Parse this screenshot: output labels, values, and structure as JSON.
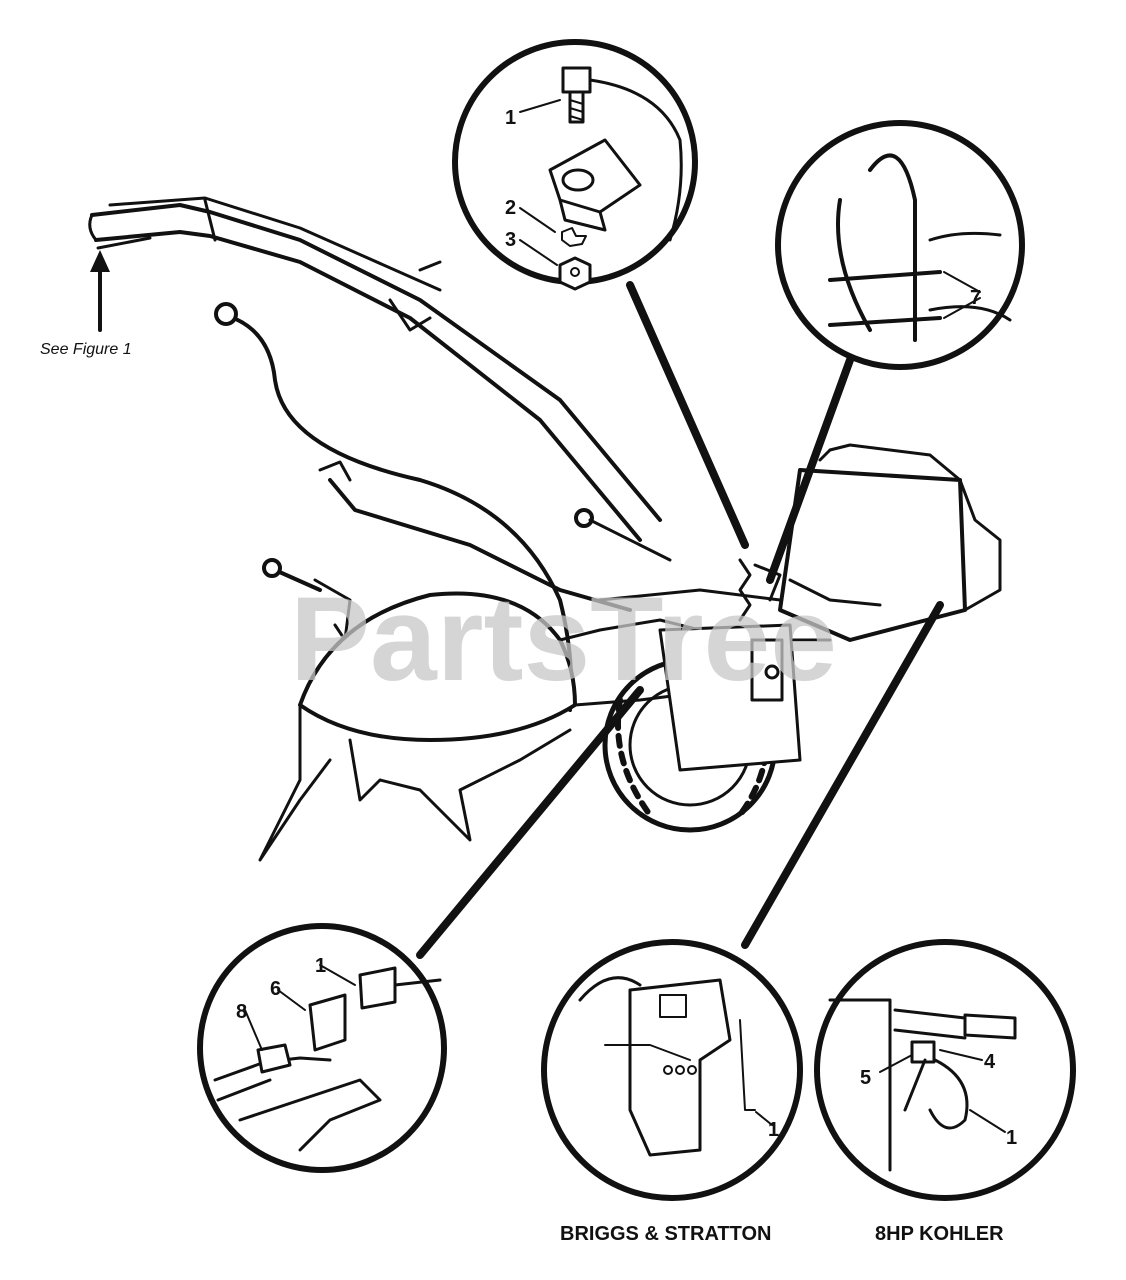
{
  "figure_note": "See Figure 1",
  "captions": {
    "briggs": "BRIGGS & STRATTON",
    "kohler": "8HP KOHLER"
  },
  "watermark": "PartsTree",
  "callouts": {
    "top_1": "1",
    "top_2": "2",
    "top_3": "3",
    "right_7": "7",
    "left_1": "1",
    "left_6": "6",
    "left_8": "8",
    "briggs_1": "1",
    "kohler_5": "5",
    "kohler_4": "4",
    "kohler_1": "1"
  }
}
